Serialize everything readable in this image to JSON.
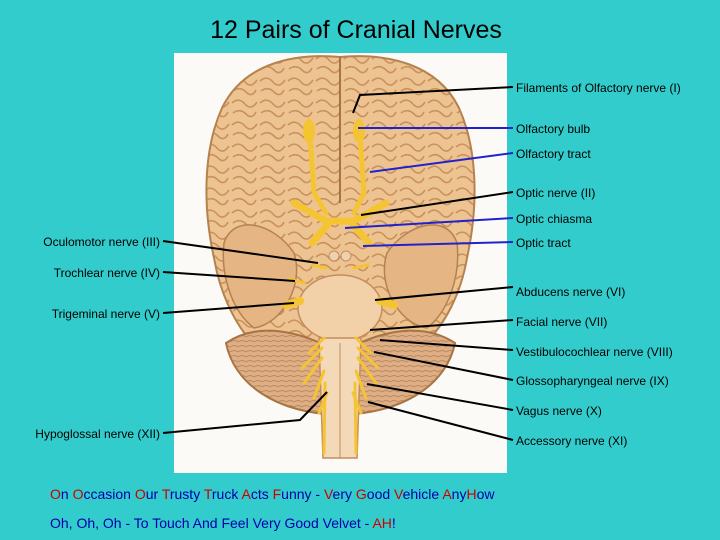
{
  "title": "12 Pairs of Cranial Nerves",
  "colors": {
    "background": "#33cccc",
    "title_text": "#000000",
    "label_text": "#000000",
    "black_leader": "#000000",
    "blue_leader": "#2222cc",
    "mnemonic_text": "#0000aa",
    "mnemonic_highlight": "#cc0000",
    "nerve_yellow": "#f5c433",
    "brain_tan": "#e9b983"
  },
  "labels": {
    "filaments_olfactory": "Filaments of Olfactory nerve (I)",
    "olfactory_bulb": "Olfactory bulb",
    "olfactory_tract": "Olfactory tract",
    "optic_nerve": "Optic nerve (II)",
    "optic_chiasma": "Optic chiasma",
    "optic_tract": "Optic tract",
    "abducens": "Abducens nerve (VI)",
    "facial": "Facial nerve (VII)",
    "vestibulocochlear": "Vestibulocochlear nerve (VIII)",
    "glossopharyngeal": "Glossopharyngeal nerve (IX)",
    "vagus": "Vagus nerve (X)",
    "accessory": "Accessory nerve (XI)",
    "oculomotor": "Oculomotor nerve (III)",
    "trochlear": "Trochlear nerve (IV)",
    "trigeminal": "Trigeminal nerve (V)",
    "hypoglossal": "Hypoglossal nerve (XII)"
  },
  "mnemonic": {
    "line1": [
      {
        "t": "O",
        "hl": true
      },
      {
        "t": "n ",
        "hl": false
      },
      {
        "t": "O",
        "hl": true
      },
      {
        "t": "ccasion ",
        "hl": false
      },
      {
        "t": "O",
        "hl": true
      },
      {
        "t": "ur ",
        "hl": false
      },
      {
        "t": "T",
        "hl": true
      },
      {
        "t": "rusty ",
        "hl": false
      },
      {
        "t": "T",
        "hl": true
      },
      {
        "t": "ruck ",
        "hl": false
      },
      {
        "t": "A",
        "hl": true
      },
      {
        "t": "cts ",
        "hl": false
      },
      {
        "t": "F",
        "hl": true
      },
      {
        "t": "unny - ",
        "hl": false
      },
      {
        "t": "V",
        "hl": true
      },
      {
        "t": "ery ",
        "hl": false
      },
      {
        "t": "G",
        "hl": true
      },
      {
        "t": "ood ",
        "hl": false
      },
      {
        "t": "V",
        "hl": true
      },
      {
        "t": "ehicle ",
        "hl": false
      },
      {
        "t": "A",
        "hl": true
      },
      {
        "t": "ny",
        "hl": false
      },
      {
        "t": "H",
        "hl": true
      },
      {
        "t": "ow",
        "hl": false
      }
    ],
    "line2": [
      {
        "t": "Oh, Oh, Oh - To Touch And Feel Very Good Velvet - ",
        "hl": false
      },
      {
        "t": "AH",
        "hl": true
      },
      {
        "t": "!",
        "hl": false
      }
    ]
  }
}
